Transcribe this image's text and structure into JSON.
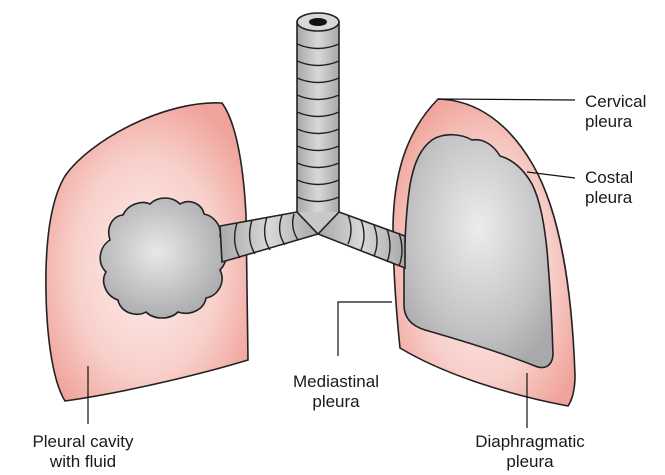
{
  "labels": {
    "cervical": [
      "Cervical",
      "pleura"
    ],
    "costal": [
      "Costal",
      "pleura"
    ],
    "mediastinal": [
      "Mediastinal",
      "pleura"
    ],
    "diaphragmatic": [
      "Diaphragmatic",
      "pleura"
    ],
    "pleural_cavity": [
      "Pleural cavity",
      "with fluid"
    ]
  },
  "colors": {
    "pleura_fill": "#f4b6b0",
    "pleura_glow": "#fbe3df",
    "lung_fill": "#b9b9bb",
    "lung_highlight": "#e6e6e8",
    "trachea_fill": "#c4c4c4",
    "outline": "#222222"
  }
}
